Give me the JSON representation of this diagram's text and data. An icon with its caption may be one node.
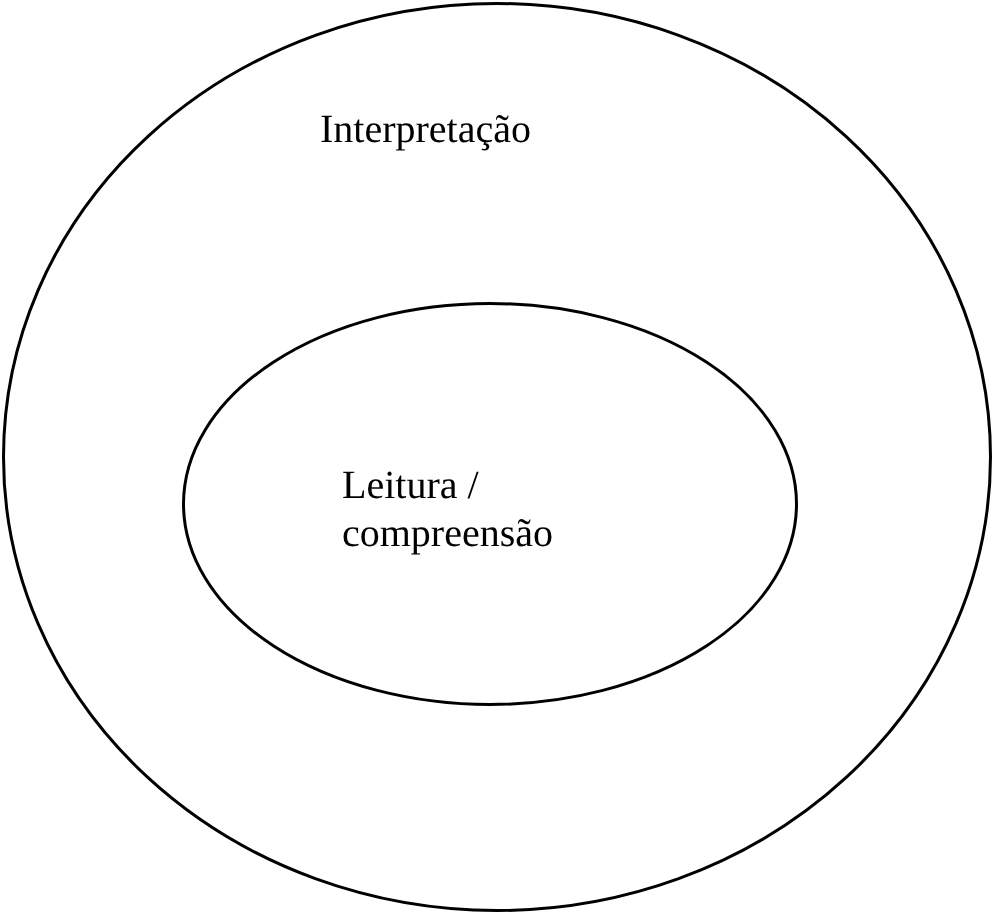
{
  "diagram": {
    "nodes": [
      {
        "text": [
          "Interpretação"
        ]
      },
      {
        "text": [
          "Leitura / compreensão"
        ],
        "in": 0
      }
    ]
  }
}
